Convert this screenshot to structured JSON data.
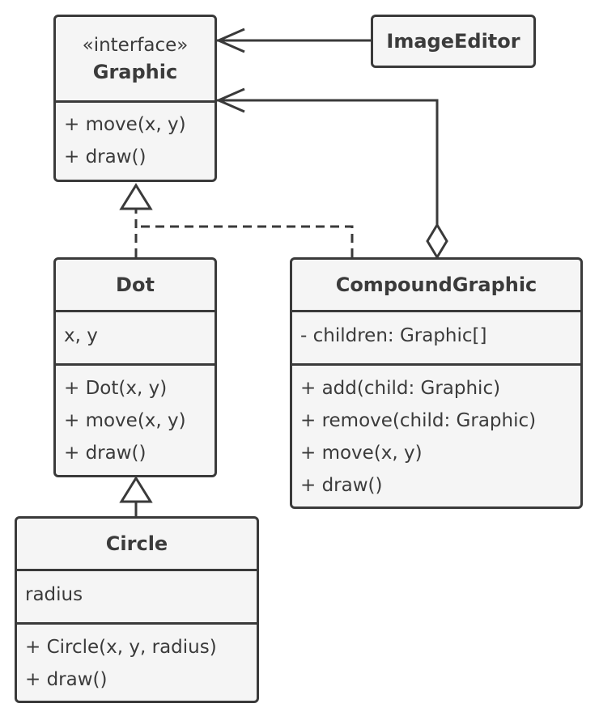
{
  "graphic": {
    "stereotype": "«interface»",
    "name": "Graphic",
    "methods": [
      "+ move(x, y)",
      "+ draw()"
    ]
  },
  "image_editor": {
    "name": "ImageEditor"
  },
  "dot": {
    "name": "Dot",
    "fields": [
      "x, y"
    ],
    "methods": [
      "+ Dot(x, y)",
      "+ move(x, y)",
      "+ draw()"
    ]
  },
  "compound": {
    "name": "CompoundGraphic",
    "fields": [
      "- children: Graphic[]"
    ],
    "methods": [
      "+ add(child: Graphic)",
      "+ remove(child: Graphic)",
      "+ move(x, y)",
      "+ draw()"
    ]
  },
  "circle": {
    "name": "Circle",
    "fields": [
      "radius"
    ],
    "methods": [
      "+ Circle(x, y, radius)",
      "+ draw()"
    ]
  }
}
